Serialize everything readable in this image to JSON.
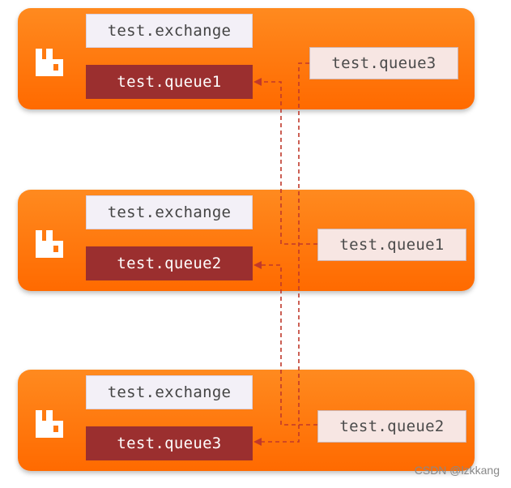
{
  "nodes": [
    {
      "exchange": "test.exchange",
      "queue": "test.queue1",
      "mirror": "test.queue3"
    },
    {
      "exchange": "test.exchange",
      "queue": "test.queue2",
      "mirror": "test.queue1"
    },
    {
      "exchange": "test.exchange",
      "queue": "test.queue3",
      "mirror": "test.queue2"
    }
  ],
  "colors": {
    "node_fill": "#ff7a0f",
    "queue_fill": "#9b2f2f",
    "mirror_fill": "#f7e6e3",
    "connector": "#c0392b"
  },
  "icons": {
    "node_logo": "rabbitmq-logo-icon"
  },
  "watermark": "CSDN @lzkkang"
}
